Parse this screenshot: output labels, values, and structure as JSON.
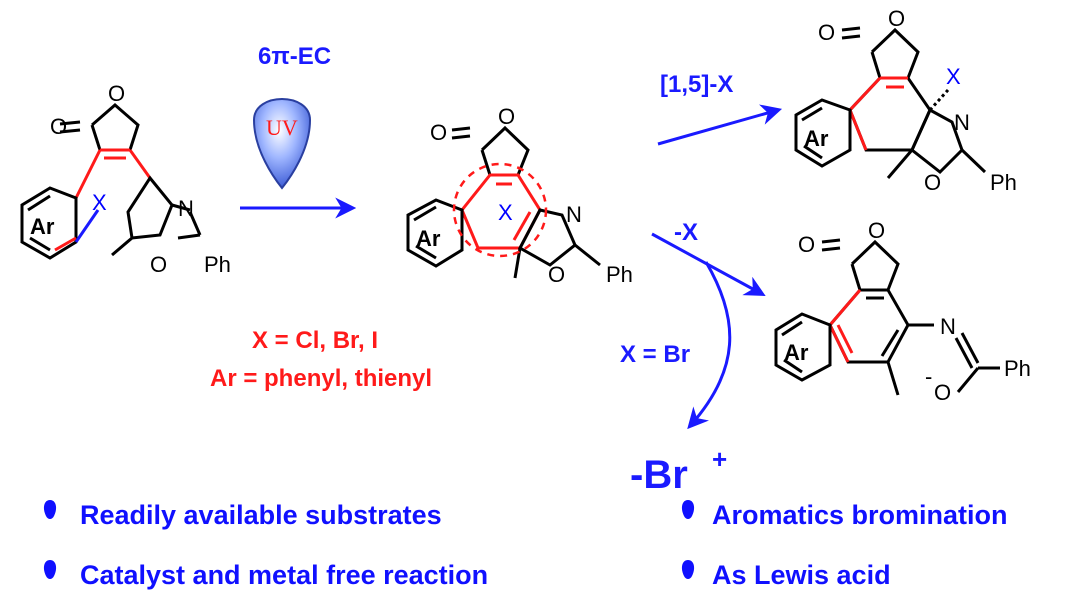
{
  "colors": {
    "blue": "#1a1aff",
    "red": "#ff1a1a",
    "black": "#000000",
    "bullet": "#1010ff"
  },
  "reaction": {
    "electrocyclization_label": "6π-EC",
    "uv_label": "UV",
    "migration_label": "[1,5]-X",
    "elimination_label": "-X",
    "bromine_condition": "X = Br",
    "bromine_cation": "-Br",
    "bromine_cation_charge": "+"
  },
  "conditions": {
    "halogen_scope": "X = Cl, Br, I",
    "aryl_scope": "Ar = phenyl, thienyl"
  },
  "atoms": {
    "oxygen": "O",
    "nitrogen": "N",
    "halogen": "X",
    "aryl": "Ar",
    "phenyl": "Ph",
    "oxide_charge": "-"
  },
  "features": [
    {
      "text": "Readily available substrates"
    },
    {
      "text": "Catalyst and metal free reaction"
    },
    {
      "text": "Aromatics bromination"
    },
    {
      "text": "As Lewis acid"
    }
  ]
}
